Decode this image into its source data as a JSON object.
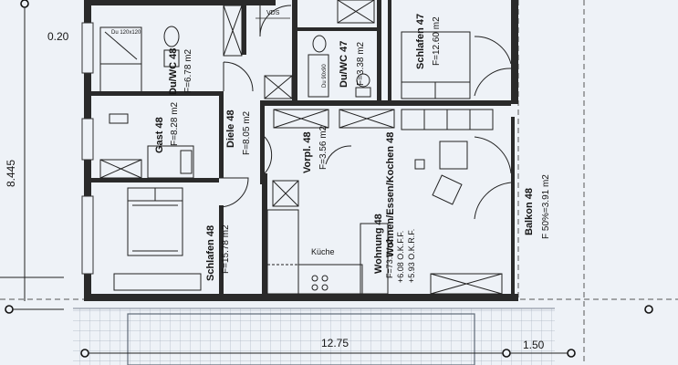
{
  "dimensions": {
    "wall_left": "0.20",
    "height_total": "8.445",
    "width_main": "12.75",
    "width_side": "1.50"
  },
  "rooms": {
    "dusche_wc_48": {
      "name": "Du/WC",
      "num": "48",
      "area": "F=6.78 m2"
    },
    "dusche_wc_47": {
      "name": "Du/WC",
      "num": "47",
      "area": "F=3.38 m2"
    },
    "schlafen_47": {
      "name": "Schlafen",
      "num": "47",
      "area": "F=12.60 m2"
    },
    "gast_48": {
      "name": "Gast",
      "num": "48",
      "area": "F=8.28 m2"
    },
    "diele_48": {
      "name": "Diele",
      "num": "48",
      "area": "F=8.05 m2"
    },
    "vorpl_48": {
      "name": "Vorpl.",
      "num": "48",
      "area": "F=3.56 m2"
    },
    "wohnen_48": {
      "name": "Wohnen/Essen/Kochen",
      "num": "48"
    },
    "schlafen_48": {
      "name": "Schlafen",
      "num": "48",
      "area": "F=15.78 m2"
    },
    "balkon_48": {
      "name": "Balkon",
      "num": "48",
      "area": "F 50%=3.91 m2"
    }
  },
  "wohnung": {
    "title": "Wohnung 48",
    "area": "F=73.3 m2",
    "level_okff": "+6.08 O.K.F.F.",
    "level_okrf": "+5.93 O.K.R.F."
  },
  "annotations": {
    "kueche": "Küche",
    "vds": "VDS",
    "shower_48": "Du 120x120",
    "shower_47": "Du 90x90"
  }
}
